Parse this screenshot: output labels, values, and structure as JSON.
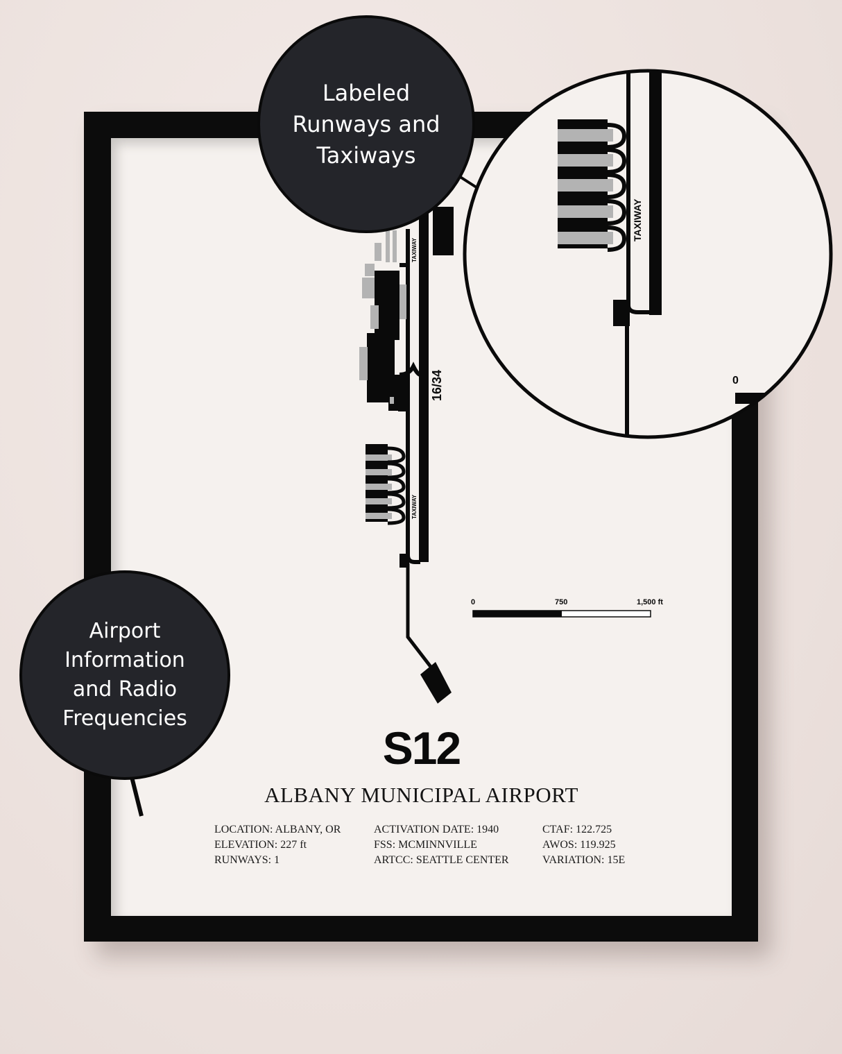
{
  "callouts": {
    "runways": {
      "lines": [
        "Labeled",
        "Runways and",
        "Taxiways"
      ]
    },
    "info": {
      "lines": [
        "Airport",
        "Information",
        "and Radio",
        "Frequencies"
      ]
    }
  },
  "map": {
    "runway_label": "16/34",
    "taxiway_label": "TAXIWAY",
    "magnifier_taxiway_label": "TAXIWAY",
    "magnifier_scale_zero": "0"
  },
  "scale_bar": {
    "labels": [
      "0",
      "750",
      "1,500 ft"
    ]
  },
  "airport": {
    "code": "S12",
    "name": "ALBANY MUNICIPAL AIRPORT",
    "info_columns": [
      [
        "LOCATION: ALBANY, OR",
        "ELEVATION: 227 ft",
        "RUNWAYS: 1"
      ],
      [
        "ACTIVATION DATE: 1940",
        "FSS: MCMINNVILLE",
        "ARTCC: SEATTLE CENTER"
      ],
      [
        "CTAF: 122.725",
        "AWOS: 119.925",
        "VARIATION: 15E"
      ]
    ]
  },
  "colors": {
    "frame": "#0c0c0c",
    "paper": "#f5f1ee",
    "wall": "#efe5e2",
    "callout": "#24252a",
    "hangar_gray": "#b3b3b3"
  }
}
